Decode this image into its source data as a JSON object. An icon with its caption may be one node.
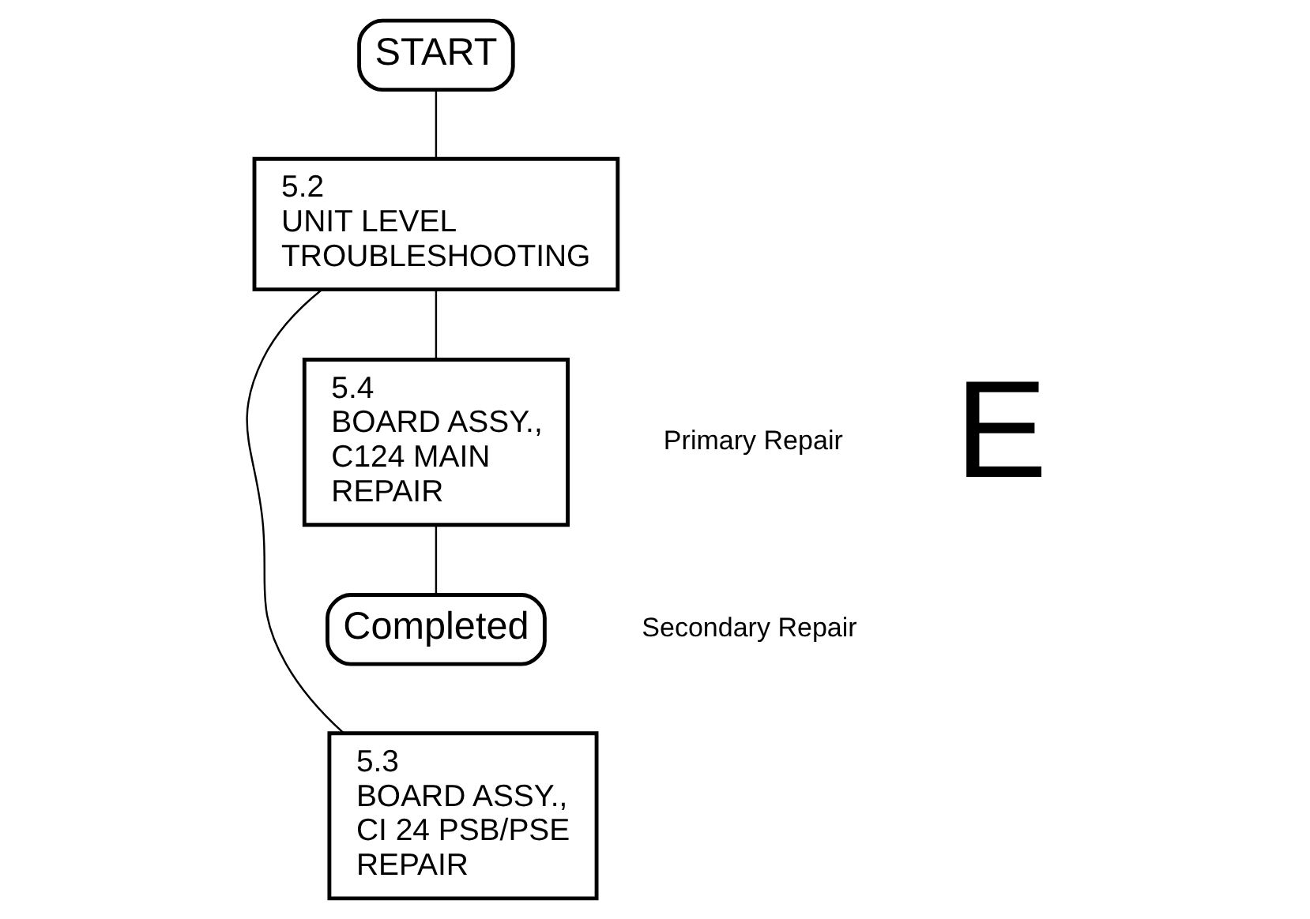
{
  "diagram": {
    "nodes": [
      {
        "text": [
          "START"
        ]
      },
      {
        "text": [
          "5.2",
          "UNIT LEVEL TROUBLESHOOTING"
        ]
      },
      {
        "text": [
          "5.3",
          "BOARD ASSY., CI 24 PSB/PSE REPAIR"
        ]
      },
      {
        "text": [
          "5.4",
          "BOARD ASSY., C124 MAIN REPAIR"
        ]
      },
      {
        "text": [
          "Completed"
        ]
      }
    ],
    "edges": [
      {
        "from": 0,
        "to": 1,
        "arrow": "none"
      },
      {
        "from": 1,
        "to": 2,
        "arrow": "none"
      },
      {
        "from": 1,
        "to": 3,
        "arrow": "none"
      },
      {
        "from": 3,
        "to": 4,
        "arrow": "none"
      }
    ],
    "labels": [
      "Primary Repair",
      "Secondary Repair",
      "E"
    ]
  }
}
